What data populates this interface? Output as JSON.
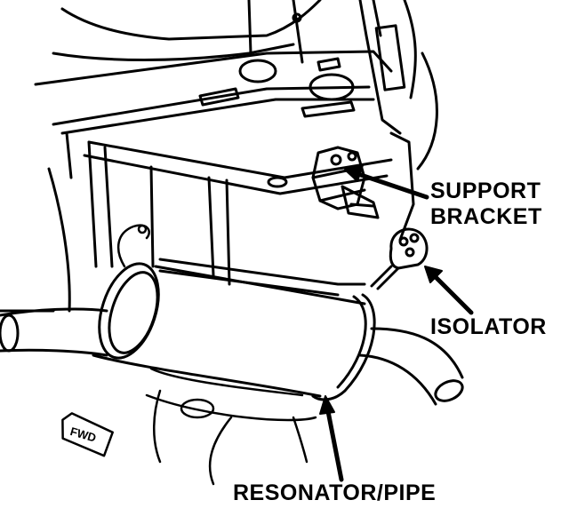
{
  "callouts": {
    "support_bracket_line1": "SUPPORT",
    "support_bracket_line2": "BRACKET",
    "isolator": "ISOLATOR",
    "resonator_pipe": "RESONATOR/PIPE"
  },
  "badge": {
    "fwd": "FWD"
  },
  "colors": {
    "ink": "#000000",
    "paper": "#ffffff"
  }
}
